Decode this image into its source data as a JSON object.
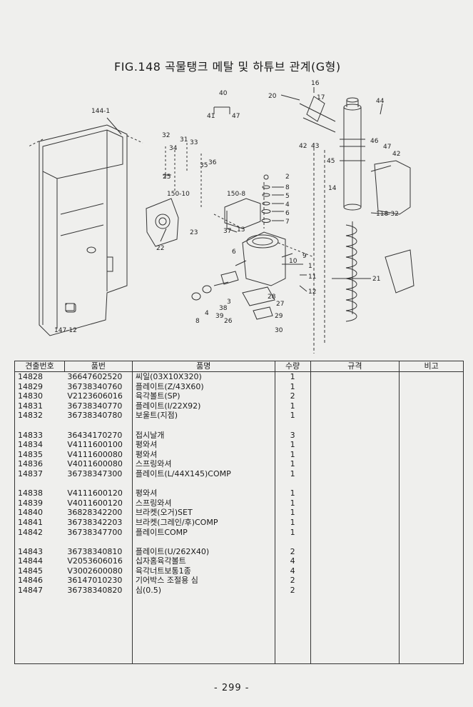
{
  "document": {
    "title": "FIG.148 곡물탱크 메탈 및 하튜브 관계(G형)",
    "page_number": "- 299 -"
  },
  "diagram_labels": [
    "144-1",
    "40",
    "41",
    "47",
    "20",
    "16",
    "17",
    "44",
    "32",
    "31",
    "33",
    "34",
    "35",
    "36",
    "25",
    "150-10",
    "150-8",
    "2",
    "8",
    "5",
    "4",
    "6",
    "7",
    "14",
    "46",
    "47",
    "42",
    "42",
    "43",
    "45",
    "118-32",
    "22",
    "23",
    "37",
    "13",
    "6",
    "9",
    "10",
    "1",
    "11",
    "12",
    "21",
    "3",
    "28",
    "27",
    "38",
    "39",
    "26",
    "29",
    "30",
    "8",
    "4",
    "147-12"
  ],
  "table": {
    "headers": [
      "견출번호",
      "품번",
      "품명",
      "수량",
      "규격",
      "비고"
    ],
    "groups": [
      [
        {
          "no": "14828",
          "part": "36647602520",
          "name": "씨일(03X10X320)",
          "qty": "1"
        },
        {
          "no": "14829",
          "part": "36738340760",
          "name": "플레이트(Z/43X60)",
          "qty": "1"
        },
        {
          "no": "14830",
          "part": "V2123606016",
          "name": "육각볼트(SP)",
          "qty": "2"
        },
        {
          "no": "14831",
          "part": "36738340770",
          "name": "플레이트(I/22X92)",
          "qty": "1"
        },
        {
          "no": "14832",
          "part": "36738340780",
          "name": "보울트(지점)",
          "qty": "1"
        }
      ],
      [
        {
          "no": "14833",
          "part": "36434170270",
          "name": "접시날개",
          "qty": "3"
        },
        {
          "no": "14834",
          "part": "V4111600100",
          "name": "평와셔",
          "qty": "1"
        },
        {
          "no": "14835",
          "part": "V4111600080",
          "name": "평와셔",
          "qty": "1"
        },
        {
          "no": "14836",
          "part": "V4011600080",
          "name": "스프링와셔",
          "qty": "1"
        },
        {
          "no": "14837",
          "part": "36738347300",
          "name": "플레이트(L/44X145)COMP",
          "qty": "1"
        }
      ],
      [
        {
          "no": "14838",
          "part": "V4111600120",
          "name": "평와셔",
          "qty": "1"
        },
        {
          "no": "14839",
          "part": "V4011600120",
          "name": "스프링와셔",
          "qty": "1"
        },
        {
          "no": "14840",
          "part": "36828342200",
          "name": "브라켓(오거)SET",
          "qty": "1"
        },
        {
          "no": "14841",
          "part": "36738342203",
          "name": "브라켓(그레인/후)COMP",
          "qty": "1"
        },
        {
          "no": "14842",
          "part": "36738347700",
          "name": "플레이트COMP",
          "qty": "1"
        }
      ],
      [
        {
          "no": "14843",
          "part": "36738340810",
          "name": "플레이트(U/262X40)",
          "qty": "2"
        },
        {
          "no": "14844",
          "part": "V2053606016",
          "name": "십자홈육각볼트",
          "qty": "4"
        },
        {
          "no": "14845",
          "part": "V3002600080",
          "name": "육각너트보통1종",
          "qty": "4"
        },
        {
          "no": "14846",
          "part": "36147010230",
          "name": "기어박스 조절용 심",
          "qty": "2"
        },
        {
          "no": "14847",
          "part": "36738340820",
          "name": "심(0.5)",
          "qty": "2"
        }
      ]
    ]
  }
}
